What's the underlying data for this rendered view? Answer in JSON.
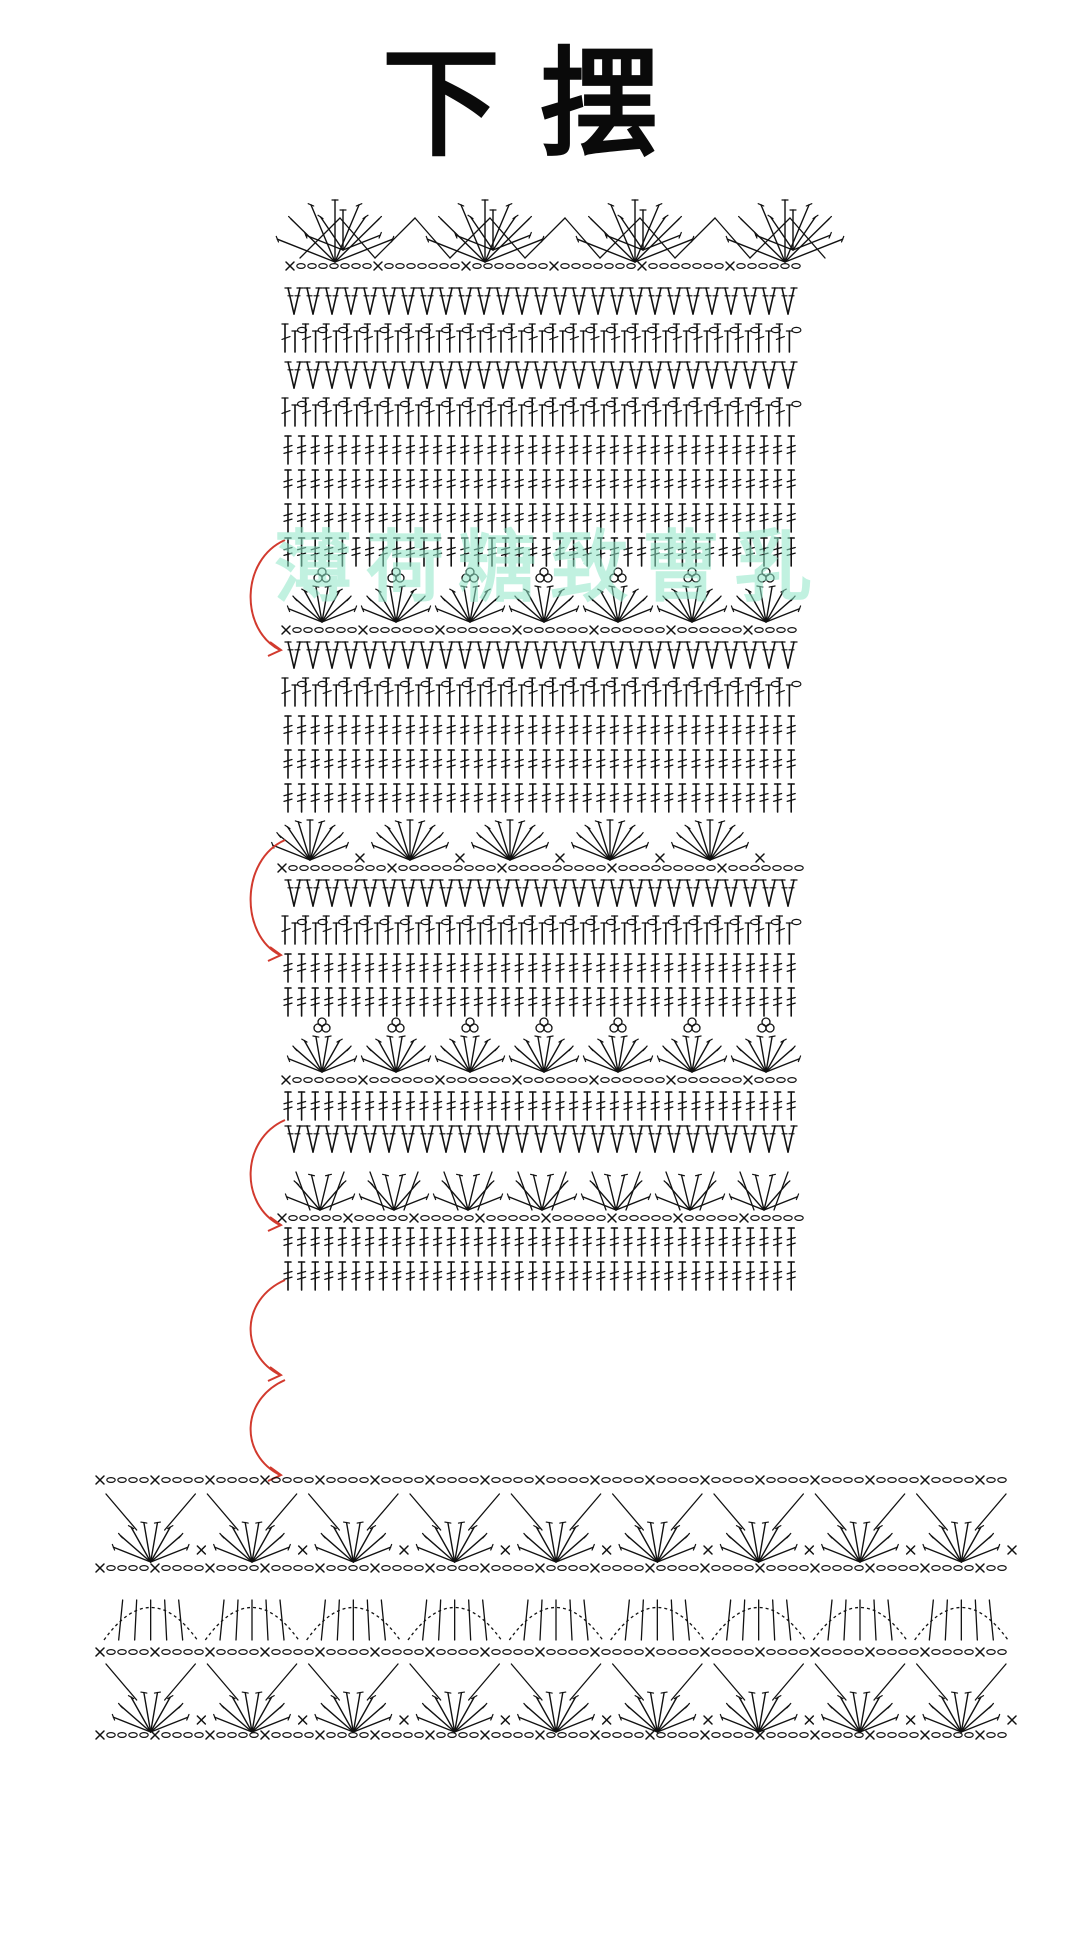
{
  "title": "下摆",
  "watermark": "薄荷糖致曹乳",
  "colors": {
    "ink": "#111111",
    "arrow": "#d23a2e",
    "watermark": "#8fe6c8"
  },
  "upper_chart": {
    "bands": [
      {
        "kind": "fan-edging",
        "rows": 1
      },
      {
        "kind": "v-stitch",
        "rows": 1
      },
      {
        "kind": "crossed-dc",
        "rows": 1
      },
      {
        "kind": "v-stitch",
        "rows": 1
      },
      {
        "kind": "crossed-dc",
        "rows": 1
      },
      {
        "kind": "treble",
        "rows": 4
      },
      {
        "kind": "shell-with-picot",
        "rows": 1
      },
      {
        "kind": "v-stitch",
        "rows": 1
      },
      {
        "kind": "crossed-dc",
        "rows": 1
      },
      {
        "kind": "treble",
        "rows": 3
      },
      {
        "kind": "fan",
        "rows": 1
      },
      {
        "kind": "v-stitch",
        "rows": 1
      },
      {
        "kind": "crossed-dc",
        "rows": 1
      },
      {
        "kind": "treble",
        "rows": 2
      },
      {
        "kind": "shell-with-picot",
        "rows": 1
      },
      {
        "kind": "treble",
        "rows": 1
      },
      {
        "kind": "v-stitch",
        "rows": 1
      },
      {
        "kind": "shell-cluster",
        "rows": 1
      },
      {
        "kind": "treble",
        "rows": 2
      }
    ],
    "transition_arrows": 5
  },
  "lower_chart": {
    "kind": "shell-lace-band",
    "repeats": 9
  }
}
